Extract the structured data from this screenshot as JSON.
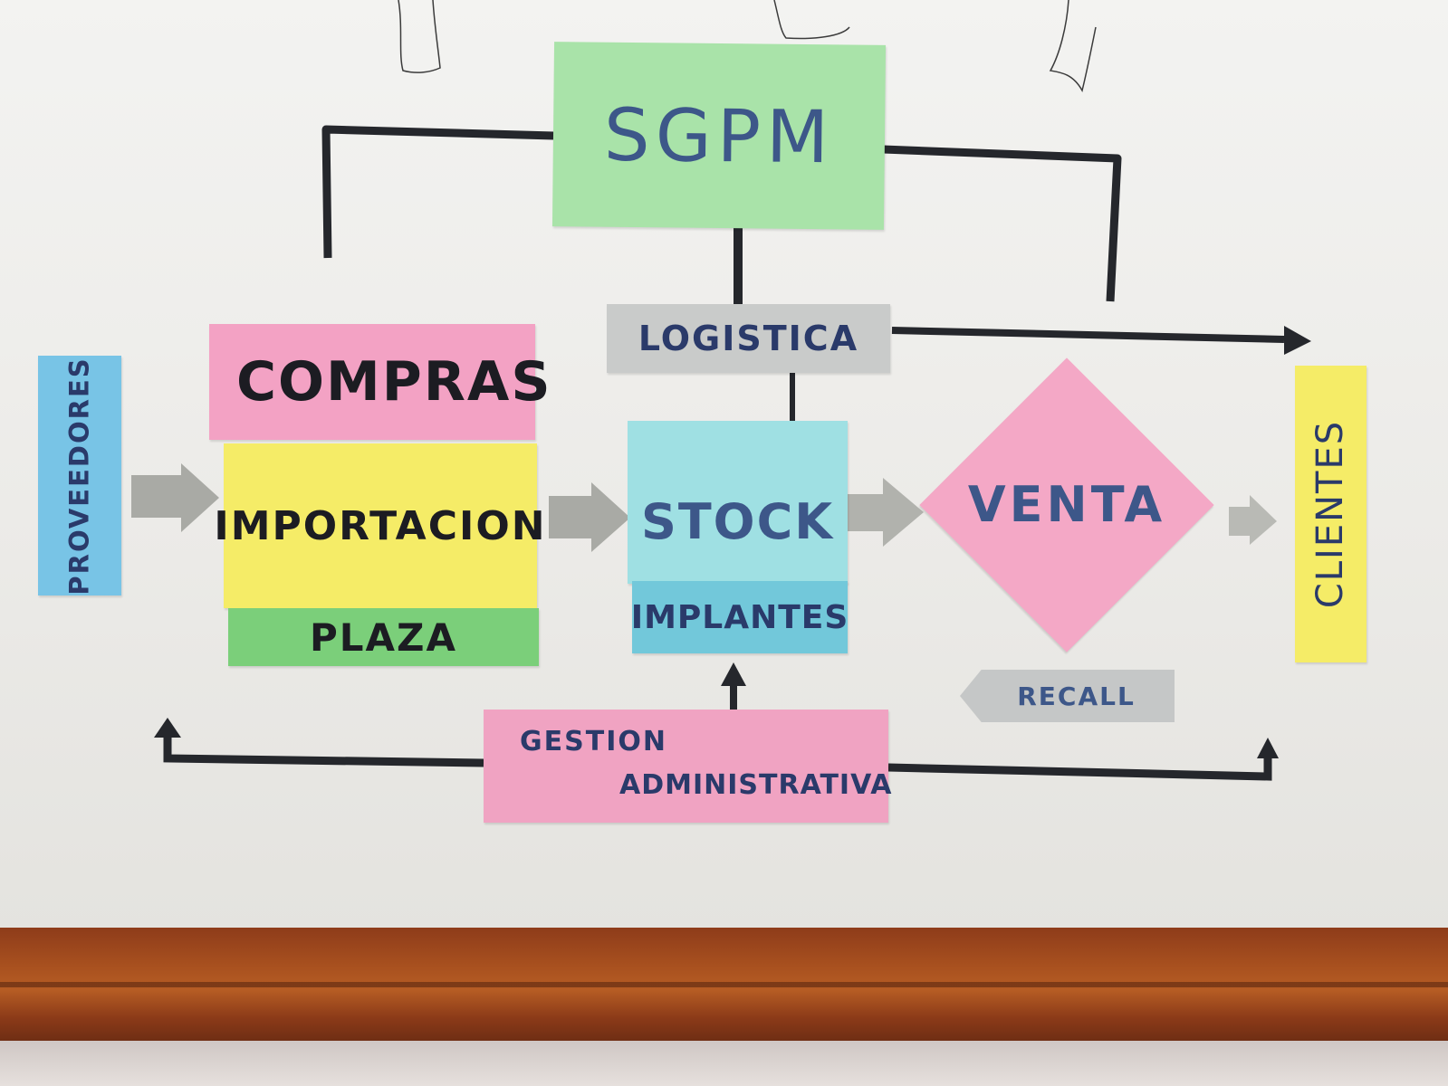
{
  "nodes": {
    "sgpm": "SGPM",
    "logistica": "LOGISTICA",
    "proveedores": "PROVEEDORES",
    "compras": "COMPRAS",
    "importacion": "IMPORTACION",
    "plaza": "PLAZA",
    "stock": "STOCK",
    "implantes": "IMPLANTES",
    "venta": "VENTA",
    "clientes": "CLIENTES",
    "recall": "RECALL",
    "gestion_line1": "GESTION",
    "gestion_line2": "ADMINISTRATIVA"
  },
  "colors": {
    "green_card": "#a9e3a9",
    "gray_card": "#c9cbca",
    "blue_card": "#78c4e6",
    "pink_card": "#f3a2c4",
    "yellow_card": "#f5ec67",
    "teal_card": "#9fe0e3",
    "teal_dark": "#72c8da",
    "mid_green": "#7bcf7a",
    "marker": "#25272c",
    "arrow_gray": "#a9aaa5"
  }
}
